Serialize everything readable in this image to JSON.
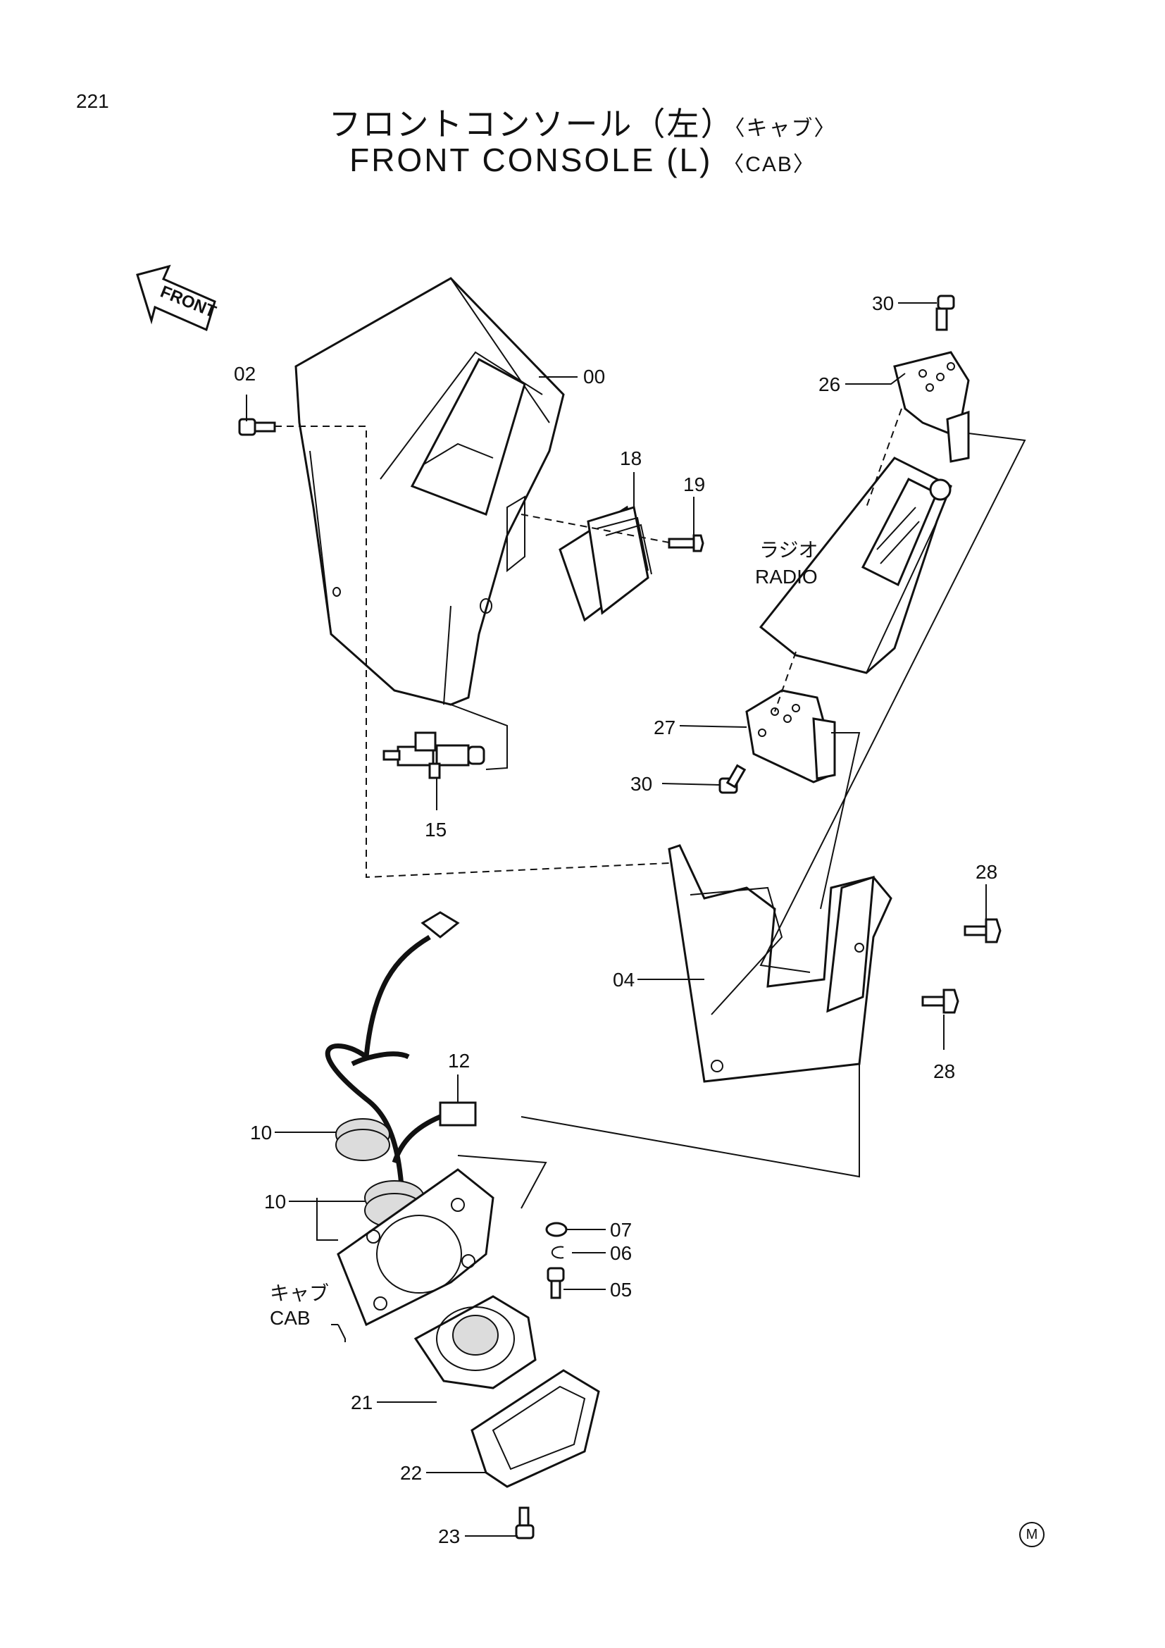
{
  "page": {
    "number": "221"
  },
  "title": {
    "ja_main": "フロントコンソール（左）",
    "ja_sub": "〈キャブ〉",
    "en_main": "FRONT CONSOLE (L)",
    "en_sub": "〈CAB〉"
  },
  "direction_arrow": {
    "label": "FRONT"
  },
  "part_labels": {
    "p00": "00",
    "p02": "02",
    "p04": "04",
    "p05": "05",
    "p06": "06",
    "p07": "07",
    "p10a": "10",
    "p10b": "10",
    "p12": "12",
    "p15": "15",
    "p18": "18",
    "p19": "19",
    "p21": "21",
    "p22": "22",
    "p23": "23",
    "p26": "26",
    "p27": "27",
    "p28a": "28",
    "p28b": "28",
    "p30a": "30",
    "p30b": "30"
  },
  "notes": {
    "radio_ja": "ラジオ",
    "radio_en": "RADIO",
    "cab_ja": "キャブ",
    "cab_en": "CAB"
  },
  "corner_mark": "M"
}
